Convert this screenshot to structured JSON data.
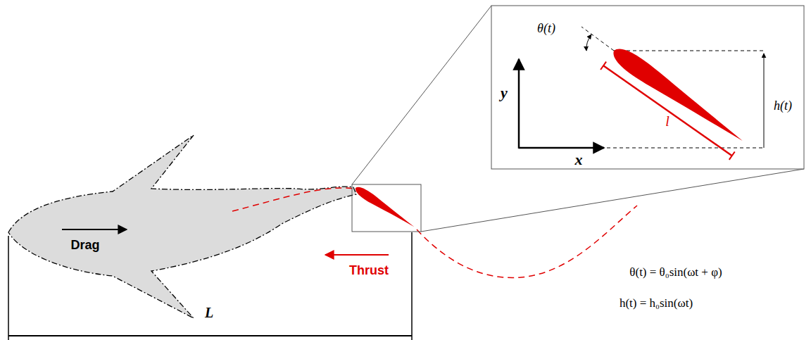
{
  "diagram": {
    "labels": [
      "Drag",
      "Thrust",
      "L",
      "θ(t)",
      "y",
      "x",
      "h(t)",
      "l",
      "θ(t) = θ₀sin(ωt + φ)",
      "h(t) = h₀sin(ωt)"
    ]
  }
}
